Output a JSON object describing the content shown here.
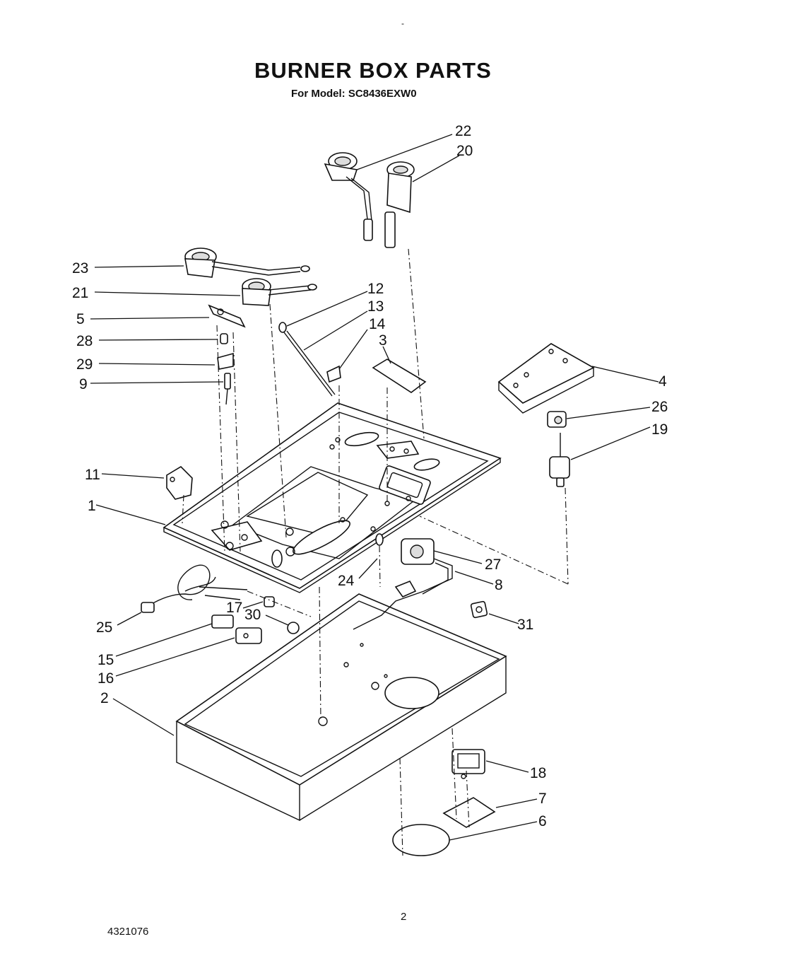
{
  "header": {
    "title": "BURNER BOX PARTS",
    "subtitle": "For Model: SC8436EXW0",
    "top_mark": "-"
  },
  "footer": {
    "page_number": "2",
    "document_number": "4321076"
  },
  "callouts": [
    "22",
    "20",
    "23",
    "21",
    "12",
    "13",
    "14",
    "5",
    "28",
    "3",
    "29",
    "9",
    "4",
    "26",
    "19",
    "11",
    "1",
    "27",
    "24",
    "8",
    "17",
    "30",
    "25",
    "31",
    "15",
    "16",
    "2",
    "18",
    "7",
    "6"
  ]
}
